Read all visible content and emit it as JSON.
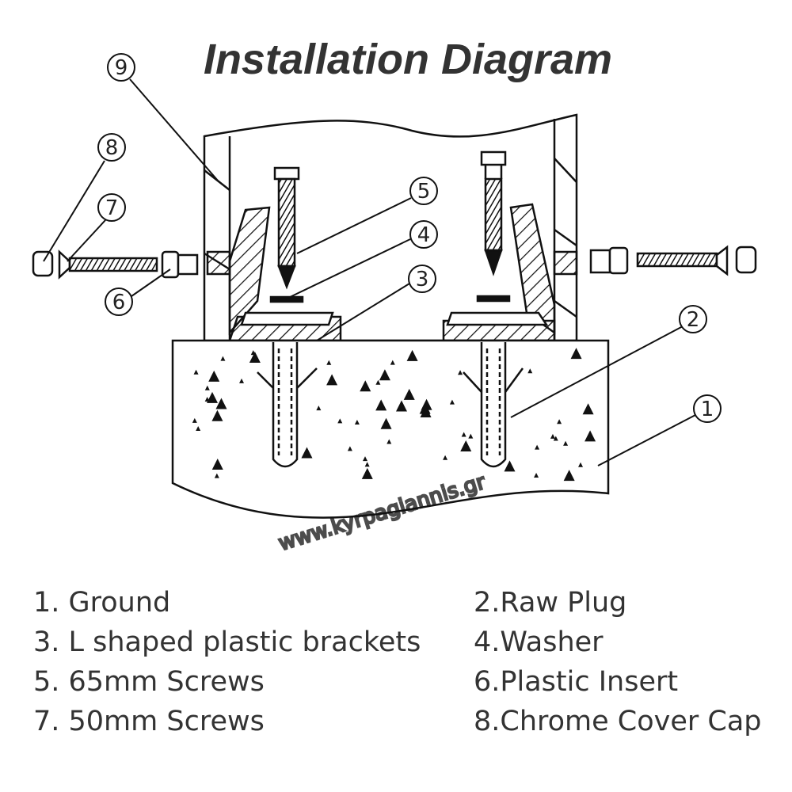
{
  "title": "Installation Diagram",
  "callouts": [
    "1",
    "2",
    "3",
    "4",
    "5",
    "6",
    "7",
    "8",
    "9"
  ],
  "watermark": "www.kyrpagiannis.gr",
  "legend": {
    "left": [
      "1. Ground",
      "3. L shaped plastic brackets",
      "5. 65mm Screws",
      "7. 50mm Screws"
    ],
    "right": [
      "2.Raw Plug",
      "4.Washer",
      "6.Plastic Insert",
      "8.Chrome Cover Cap"
    ]
  }
}
